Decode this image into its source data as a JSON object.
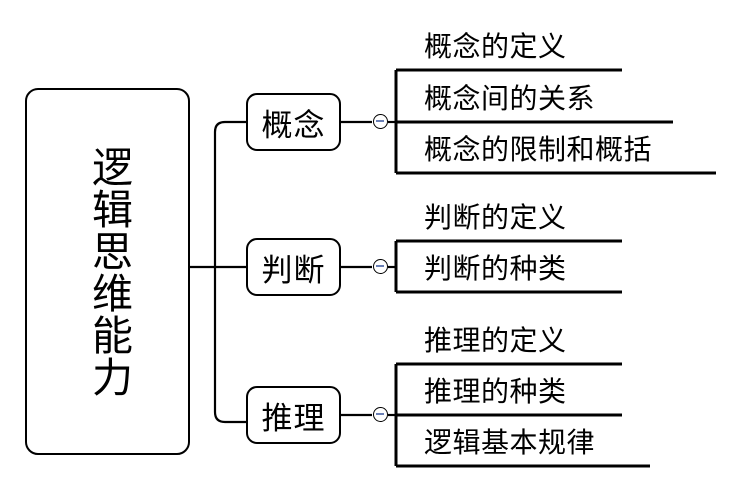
{
  "diagram": {
    "type": "mind-map",
    "title": "逻辑思维能力 mind map",
    "orientation": "left-to-right",
    "colors": {
      "background": "#ffffff",
      "line": "#000000",
      "text": "#000000",
      "toggle_minus": "#6a7fb5"
    },
    "root": {
      "label": "逻辑思维能力",
      "text_direction": "vertical"
    },
    "branches": [
      {
        "label": "概念",
        "toggle": "collapse-toggle-minus",
        "leaves": [
          {
            "label": "概念的定义"
          },
          {
            "label": "概念间的关系"
          },
          {
            "label": "概念的限制和概括"
          }
        ]
      },
      {
        "label": "判断",
        "toggle": "collapse-toggle-minus",
        "leaves": [
          {
            "label": "判断的定义"
          },
          {
            "label": "判断的种类"
          }
        ]
      },
      {
        "label": "推理",
        "toggle": "collapse-toggle-minus",
        "leaves": [
          {
            "label": "推理的定义"
          },
          {
            "label": "推理的种类"
          },
          {
            "label": "逻辑基本规律"
          }
        ]
      }
    ]
  }
}
